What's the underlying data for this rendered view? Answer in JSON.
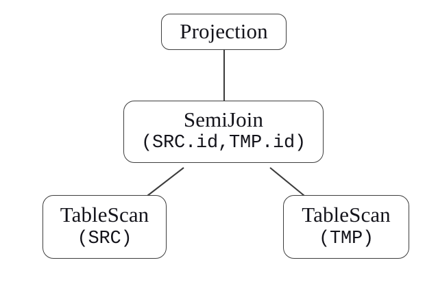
{
  "diagram": {
    "kind": "query-execution-plan-tree",
    "background_color": "#ffffff",
    "node_border_color": "#3c3c3c",
    "node_fill_color": "#ffffff",
    "text_color": "#13131a",
    "edge_color": "#3c3c3c",
    "nodes": [
      {
        "id": "projection",
        "title": "Projection",
        "args": ""
      },
      {
        "id": "semijoin",
        "title": "SemiJoin",
        "args": "(SRC.id,TMP.id)"
      },
      {
        "id": "tablescan-src",
        "title": "TableScan",
        "args": "(SRC)"
      },
      {
        "id": "tablescan-tmp",
        "title": "TableScan",
        "args": "(TMP)"
      }
    ],
    "edges": [
      {
        "id": "projection-to-semijoin",
        "from": "projection",
        "to": "semijoin"
      },
      {
        "id": "semijoin-to-tablescan-src",
        "from": "semijoin",
        "to": "tablescan-src"
      },
      {
        "id": "semijoin-to-tablescan-tmp",
        "from": "semijoin",
        "to": "tablescan-tmp"
      }
    ]
  }
}
